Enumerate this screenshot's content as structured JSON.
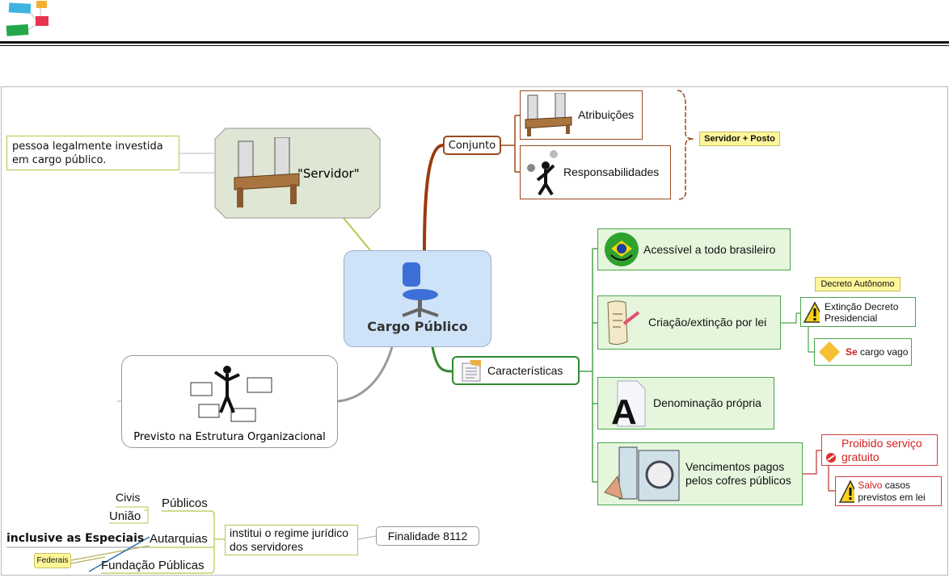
{
  "logo": {
    "name": "mind-map-logo"
  },
  "central": {
    "label": "Cargo Público"
  },
  "servidor": {
    "label": "\"Servidor\"",
    "note": "pessoa legalmente investida em cargo público."
  },
  "previsto": {
    "label": "Previsto na Estrutura Organizacional"
  },
  "conjunto": {
    "label": "Conjunto",
    "items": [
      "Atribuições",
      "Responsabilidades"
    ],
    "callout": "Servidor + Posto"
  },
  "caracteristicas": {
    "label": "Características",
    "items": [
      "Acessível a todo brasileiro",
      "Criação/extinção por lei",
      "Denominação própria",
      "Vencimentos pagos pelos cofres públicos"
    ],
    "criacao_sub": {
      "callout": "Decreto Autônomo",
      "extincao": "Extinção Decreto Presidencial",
      "se_word": "Se",
      "se_rest": " cargo vago"
    },
    "vencimentos_sub": {
      "proibido": "Proibido serviço gratuito",
      "salvo_word": "Salvo",
      "salvo_rest": " casos previstos em lei"
    }
  },
  "finalidade": {
    "label": "Finalidade 8112",
    "institui": "institui o regime jurídico dos servidores",
    "publicos": "Públicos",
    "civis": "Civis",
    "uniao": "União",
    "autarquias": "Autarquias",
    "especiais": "inclusive as Especiais",
    "federais": "Federais",
    "fundacao": "Fundação Públicas"
  },
  "colors": {
    "brown": "#9a4a1e",
    "green": "#2e8b2e",
    "red": "#d04040",
    "olive": "#b5c84a"
  }
}
